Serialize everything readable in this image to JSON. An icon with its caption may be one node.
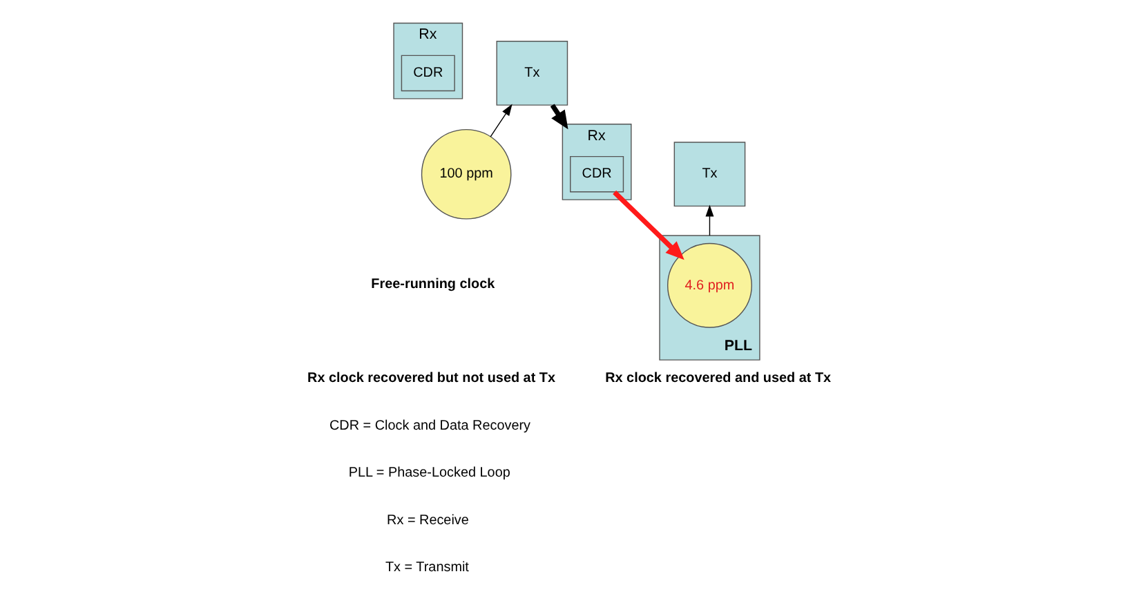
{
  "diagram": {
    "nodes": [
      {
        "text": [
          "Rx"
        ]
      },
      {
        "text": [
          "CDR"
        ],
        "in": 0
      },
      {
        "text": [
          "Tx"
        ]
      },
      {
        "text": [
          "100 ppm"
        ]
      },
      {
        "text": [
          "Rx"
        ]
      },
      {
        "text": [
          "CDR"
        ],
        "in": 4
      },
      {
        "text": [
          "Tx"
        ]
      },
      {
        "text": [
          "PLL"
        ]
      },
      {
        "text": [
          "4.6 ppm"
        ],
        "in": 7
      }
    ],
    "edges": [
      {
        "from": 3,
        "to": 2,
        "arrow": "to"
      },
      {
        "from": 2,
        "to": 4,
        "arrow": "to",
        "style": "thick"
      },
      {
        "from": 7,
        "to": 6,
        "arrow": "to"
      },
      {
        "from": 5,
        "to": 8,
        "arrow": "to",
        "style": "thick",
        "color": "#ff1a1a"
      }
    ],
    "labels": [
      "Free-running clock",
      "Rx clock recovered but not used at Tx",
      "Rx clock recovered and used at Tx",
      "CDR = Clock and Data Recovery",
      "PLL = Phase-Locked Loop",
      "Rx = Receive",
      "Tx = Transmit"
    ]
  }
}
